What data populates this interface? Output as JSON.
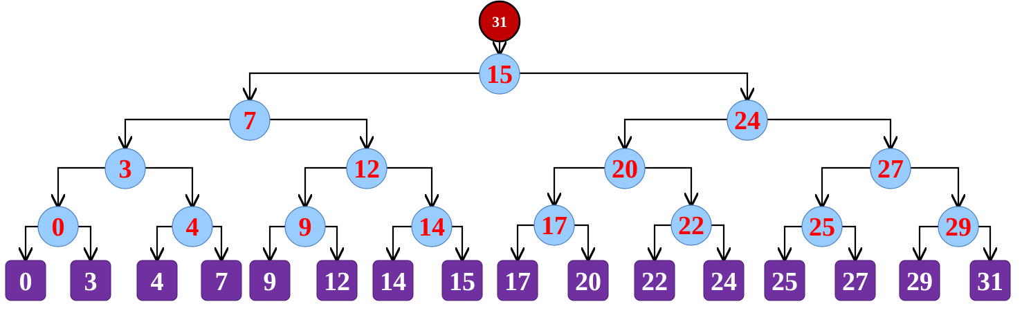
{
  "colors": {
    "root_fill": "#c00000",
    "node_fill": "#99ccff",
    "leaf_fill": "#7030a0",
    "node_text": "#ff0000",
    "leaf_text": "#ffffff",
    "edge": "#000000"
  },
  "root": {
    "label": "31"
  },
  "internal_nodes": [
    {
      "id": "n15",
      "label": "15"
    },
    {
      "id": "n7",
      "label": "7"
    },
    {
      "id": "n24",
      "label": "24"
    },
    {
      "id": "n3",
      "label": "3"
    },
    {
      "id": "n12",
      "label": "12"
    },
    {
      "id": "n20",
      "label": "20"
    },
    {
      "id": "n27",
      "label": "27"
    },
    {
      "id": "n0",
      "label": "0"
    },
    {
      "id": "n4",
      "label": "4"
    },
    {
      "id": "n9",
      "label": "9"
    },
    {
      "id": "n14",
      "label": "14"
    },
    {
      "id": "n17",
      "label": "17"
    },
    {
      "id": "n22",
      "label": "22"
    },
    {
      "id": "n25",
      "label": "25"
    },
    {
      "id": "n29",
      "label": "29"
    }
  ],
  "leaves": [
    {
      "id": "l0",
      "label": "0"
    },
    {
      "id": "l3",
      "label": "3"
    },
    {
      "id": "l4",
      "label": "4"
    },
    {
      "id": "l7",
      "label": "7"
    },
    {
      "id": "l9",
      "label": "9"
    },
    {
      "id": "l12",
      "label": "12"
    },
    {
      "id": "l14",
      "label": "14"
    },
    {
      "id": "l15",
      "label": "15"
    },
    {
      "id": "l17",
      "label": "17"
    },
    {
      "id": "l20",
      "label": "20"
    },
    {
      "id": "l22",
      "label": "22"
    },
    {
      "id": "l24",
      "label": "24"
    },
    {
      "id": "l25",
      "label": "25"
    },
    {
      "id": "l27",
      "label": "27"
    },
    {
      "id": "l29",
      "label": "29"
    },
    {
      "id": "l31",
      "label": "31"
    }
  ],
  "edges": [
    [
      "root",
      "n15"
    ],
    [
      "n15",
      "n7"
    ],
    [
      "n15",
      "n24"
    ],
    [
      "n7",
      "n3"
    ],
    [
      "n7",
      "n12"
    ],
    [
      "n24",
      "n20"
    ],
    [
      "n24",
      "n27"
    ],
    [
      "n3",
      "n0"
    ],
    [
      "n3",
      "n4"
    ],
    [
      "n12",
      "n9"
    ],
    [
      "n12",
      "n14"
    ],
    [
      "n20",
      "n17"
    ],
    [
      "n20",
      "n22"
    ],
    [
      "n27",
      "n25"
    ],
    [
      "n27",
      "n29"
    ],
    [
      "n0",
      "l0"
    ],
    [
      "n0",
      "l3"
    ],
    [
      "n4",
      "l4"
    ],
    [
      "n4",
      "l7"
    ],
    [
      "n9",
      "l9"
    ],
    [
      "n9",
      "l12"
    ],
    [
      "n14",
      "l14"
    ],
    [
      "n14",
      "l15"
    ],
    [
      "n17",
      "l17"
    ],
    [
      "n17",
      "l20"
    ],
    [
      "n22",
      "l22"
    ],
    [
      "n22",
      "l24"
    ],
    [
      "n25",
      "l25"
    ],
    [
      "n25",
      "l27"
    ],
    [
      "n29",
      "l29"
    ],
    [
      "n29",
      "l31"
    ]
  ]
}
